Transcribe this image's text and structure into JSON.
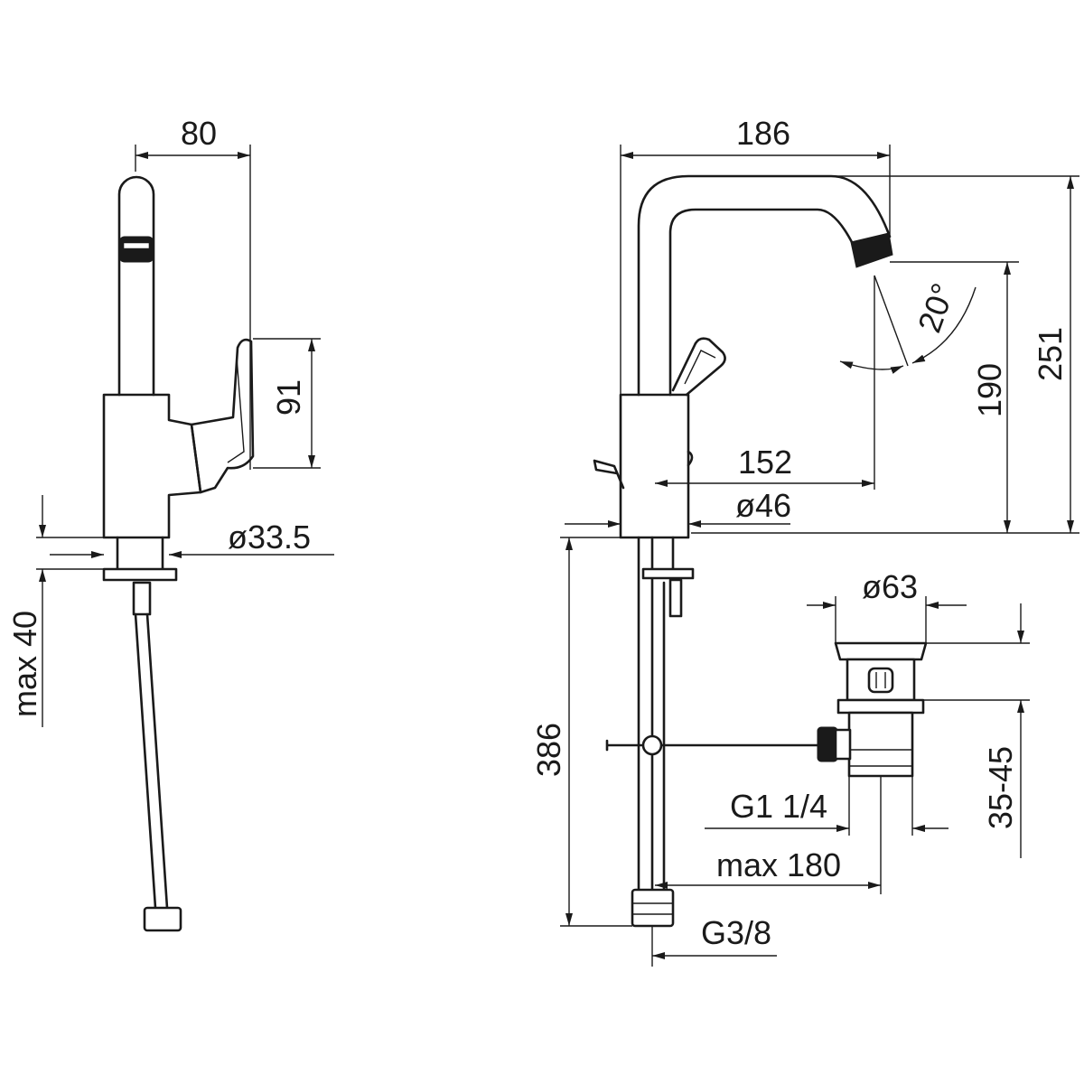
{
  "side_view": {
    "width_label": "80",
    "lever_height_label": "91",
    "body_diameter_label": "ø33.5",
    "deck_thickness_label": "max 40"
  },
  "front_view": {
    "projection_label": "186",
    "total_height_label": "251",
    "outlet_height_label": "190",
    "angle_label": "20°",
    "reach_label": "152",
    "body_diameter_label": "ø46",
    "hose_length_label": "386",
    "hose_thread_label": "G3/8"
  },
  "drain": {
    "flange_diameter_label": "ø63",
    "height_range_label": "35-45",
    "thread_label": "G1 1/4",
    "rod_length_label": "max 180"
  },
  "colors": {
    "ink": "#1a1a1a",
    "background": "#ffffff"
  }
}
